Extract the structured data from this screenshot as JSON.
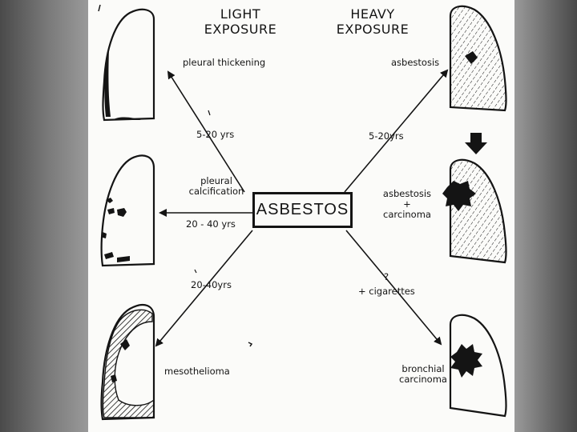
{
  "headers": {
    "light": [
      "LIGHT",
      "EXPOSURE"
    ],
    "heavy": [
      "HEAVY",
      "EXPOSURE"
    ]
  },
  "center": "ASBESTOS",
  "outcomes": {
    "pleural_thickening": "pleural thickening",
    "pleural_calcification": [
      "pleural",
      "calcification"
    ],
    "mesothelioma": "mesothelioma",
    "asbestosis": "asbestosis",
    "asbestosis_carcinoma": [
      "asbestosis",
      "+",
      "carcinoma"
    ],
    "bronchial_carcinoma": [
      "bronchial",
      "carcinoma"
    ]
  },
  "timelines": {
    "upper_left": "5-20 yrs",
    "middle_left": "20 - 40 yrs",
    "lower_left": "20-40yrs",
    "upper_right": "5-20yrs"
  },
  "cofactor": {
    "question": "?",
    "label": "+ cigarettes"
  }
}
